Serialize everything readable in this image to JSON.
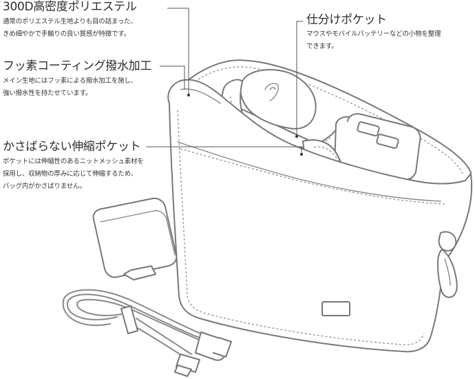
{
  "features": {
    "fabric": {
      "title": "300D高密度ポリエステル",
      "desc": [
        "通常のポリエステル生地よりも目の詰まった、",
        "きめ細やかで手触りの良い質感が特徴です。"
      ]
    },
    "coating": {
      "title": "フッ素コーティング撥水加工",
      "desc": [
        "メイン生地にはフッ素による撥水加工を施し、",
        "強い撥水性を持たせています。"
      ]
    },
    "stretch_pocket": {
      "title": "かさばらない伸縮ポケット",
      "desc": [
        "ポケットには伸縮性のあるニットメッシュ素材を",
        "採用し、収納物の厚みに応じて伸縮するため、",
        "バッグ内がかさばりません。"
      ]
    },
    "divider_pocket": {
      "title": "仕分けポケット",
      "desc": [
        "マウスやモバイルバッテリーなどの小物を整理",
        "できます。"
      ]
    }
  },
  "colors": {
    "outline": "#777777",
    "text": "#333333",
    "background": "#ffffff"
  }
}
